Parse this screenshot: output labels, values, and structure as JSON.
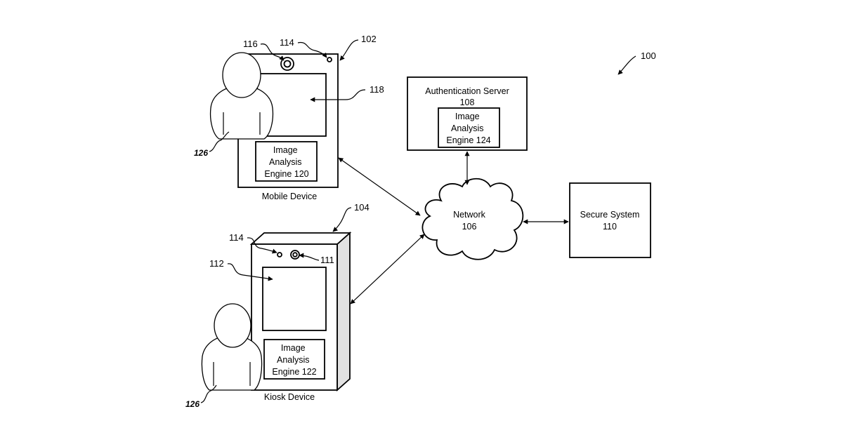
{
  "diagram": {
    "refs": {
      "system": "100",
      "mobile": "102",
      "kiosk": "104",
      "network_num": "106",
      "auth_num": "108",
      "secure_num": "110",
      "kiosk_camera": "111",
      "kiosk_screen": "112",
      "light_mobile": "114",
      "light_kiosk": "114",
      "mobile_camera": "116",
      "mobile_screen": "118",
      "user_mobile": "126",
      "user_kiosk": "126"
    },
    "mobile_device": {
      "caption": "Mobile Device",
      "engine": [
        "Image",
        "Analysis",
        "Engine 120"
      ]
    },
    "kiosk_device": {
      "caption": "Kiosk Device",
      "engine": [
        "Image",
        "Analysis",
        "Engine 122"
      ]
    },
    "auth_server": {
      "title": "Authentication Server",
      "engine": [
        "Image",
        "Analysis",
        "Engine 124"
      ]
    },
    "network": {
      "label": "Network"
    },
    "secure_system": {
      "label": "Secure System"
    }
  }
}
